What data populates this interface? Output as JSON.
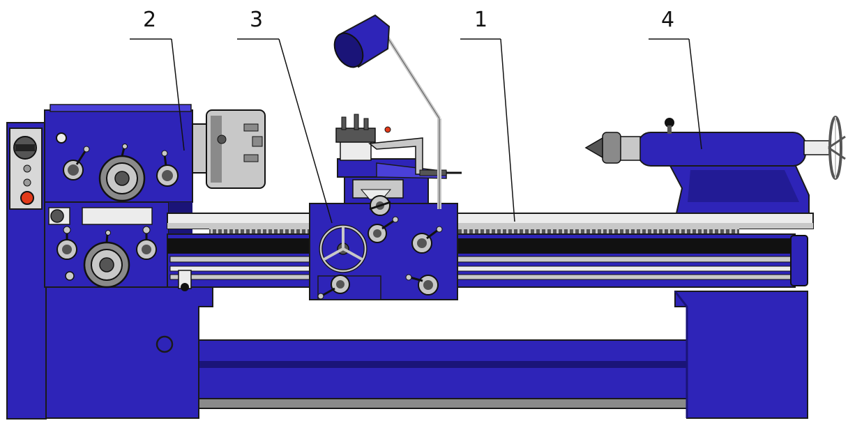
{
  "callouts": [
    {
      "id": "1",
      "text": "1"
    },
    {
      "id": "2",
      "text": "2"
    },
    {
      "id": "3",
      "text": "3"
    },
    {
      "id": "4",
      "text": "4"
    }
  ],
  "colors": {
    "body": "#2e24b8",
    "body_dark": "#1a1478",
    "body_light": "#4a40d8",
    "steel": "#c8c8c8",
    "steel_dark": "#8a8a8a",
    "steel_light": "#ececec",
    "outline": "#1a1a1a",
    "indicator_red": "#e23a1a"
  }
}
